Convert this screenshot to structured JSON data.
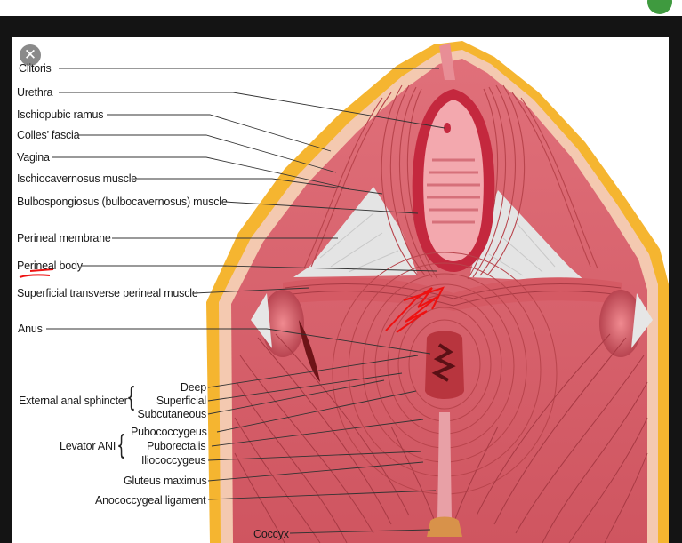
{
  "labels": {
    "clitoris": "Clitoris",
    "urethra": "Urethra",
    "ischiopubic_ramus": "Ischiopubic ramus",
    "colles_fascia": "Colles’ fascia",
    "vagina": "Vagina",
    "ischiocavernosus": "Ischiocavernosus muscle",
    "bulbospongiosus": "Bulbospongiosus (bulbocavernosus) muscle",
    "perineal_membrane": "Perineal membrane",
    "perineal_body": "Perineal body",
    "superficial_transverse": "Superficial transverse perineal muscle",
    "anus": "Anus",
    "external_anal_sphincter": "External anal sphincter",
    "deep": "Deep",
    "superficial": "Superficial",
    "subcutaneous": "Subcutaneous",
    "levator_ani": "Levator ANI",
    "pubococcygeus": "Pubococcygeus",
    "puborectalis": "Puborectalis",
    "iliococcygeus": "Iliococcygeus",
    "gluteus_maximus": "Gluteus maximus",
    "anococcygeal_ligament": "Anococcygeal ligament",
    "coccyx": "Coccyx"
  },
  "close_icon": "✕",
  "colors": {
    "muscle": "#d8646a",
    "muscle_dark": "#b8444c",
    "fat": "#f5b530",
    "skin": "#f4c9b0",
    "membrane": "#e4e4e4",
    "annotation": "#ee1111"
  }
}
